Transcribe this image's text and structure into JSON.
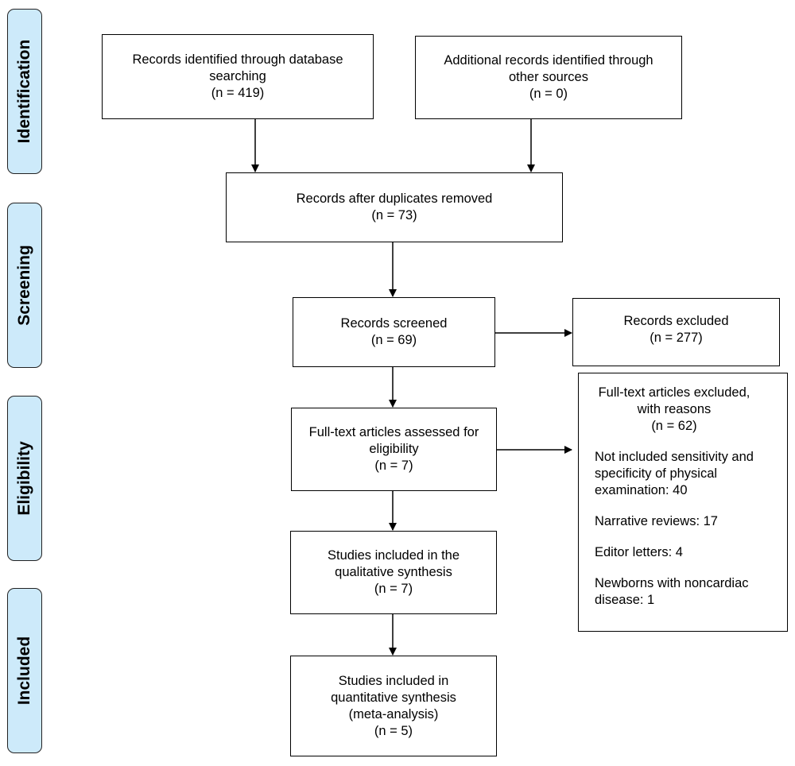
{
  "phases": {
    "identification": "Identification",
    "screening": "Screening",
    "eligibility": "Eligibility",
    "included": "Included"
  },
  "boxes": {
    "database": {
      "line1": "Records identified through database",
      "line2": "searching",
      "line3": "(n = 419)"
    },
    "other_sources": {
      "line1": "Additional records identified through",
      "line2": "other sources",
      "line3": "(n = 0)"
    },
    "after_duplicates": {
      "line1": "Records after duplicates removed",
      "line2": "(n = 73)"
    },
    "screened": {
      "line1": "Records screened",
      "line2": "(n = 69)"
    },
    "excluded": {
      "line1": "Records excluded",
      "line2": "(n = 277)"
    },
    "fulltext_assessed": {
      "line1": "Full-text articles assessed for",
      "line2": "eligibility",
      "line3": "(n = 7)"
    },
    "fulltext_excluded": {
      "line1": "Full-text articles excluded,",
      "line2": "with reasons",
      "line3": "(n = 62)",
      "reason1_line1": "Not included sensitivity and",
      "reason1_line2": "specificity of physical",
      "reason1_line3": "examination: 40",
      "reason2": "Narrative reviews: 17",
      "reason3": "Editor letters: 4",
      "reason4_line1": "Newborns with noncardiac",
      "reason4_line2": "disease: 1"
    },
    "qualitative": {
      "line1": "Studies included in the",
      "line2": "qualitative synthesis",
      "line3": "(n = 7)"
    },
    "quantitative": {
      "line1": "Studies included in",
      "line2": "quantitative synthesis",
      "line3": "(meta-analysis)",
      "line4": "(n = 5)"
    }
  }
}
